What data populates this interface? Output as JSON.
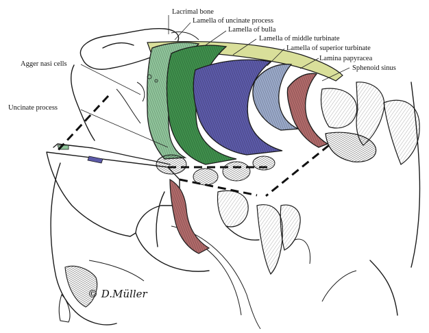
{
  "labels": {
    "lacrimal_bone": "Lacrimal bone",
    "uncinate_lamella": "Lamella of uncinate process",
    "bulla_lamella": "Lamella of bulla",
    "middle_turbinate_lamella": "Lamella of middle turbinate",
    "superior_turbinate_lamella": "Lamella of superior turbinate",
    "lamina_papyracea": "Lamina papyracea",
    "sphenoid_sinus": "Sphenoid sinus",
    "agger_nasi": "Agger nasi cells",
    "uncinate_process": "Uncinate process"
  },
  "signature": "© D.Müller",
  "colors": {
    "uncinate": "#8fc49a",
    "bulla": "#3f8f4c",
    "middle_turbinate": "#5c5aa8",
    "superior_turbinate": "#9aa9c9",
    "sphenoid_red": "#b06a6a",
    "lamina_yellow": "#d9df9a"
  }
}
